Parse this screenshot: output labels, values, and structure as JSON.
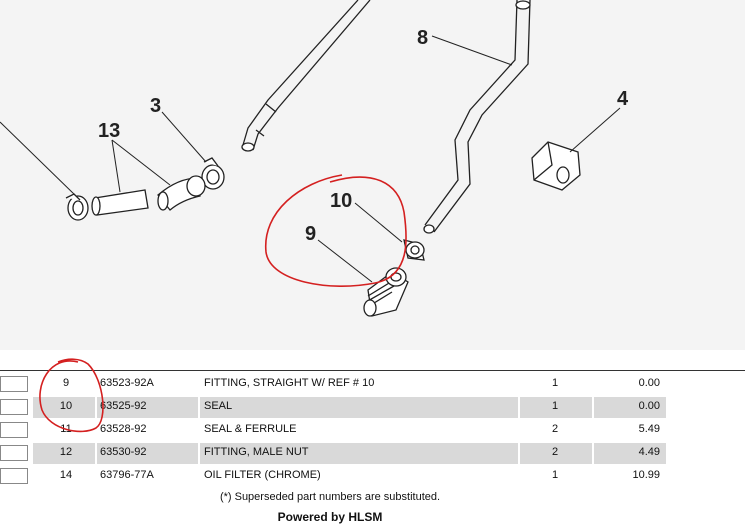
{
  "diagram": {
    "callouts": {
      "c8": "8",
      "c4": "4",
      "c3": "3",
      "c13": "13",
      "c10": "10",
      "c9": "9"
    }
  },
  "table": {
    "rows": [
      {
        "ref": "9",
        "part": "63523-92A",
        "desc": "FITTING, STRAIGHT W/ REF # 10",
        "qty": "1",
        "price": "0.00"
      },
      {
        "ref": "10",
        "part": "63525-92",
        "desc": "SEAL",
        "qty": "1",
        "price": "0.00"
      },
      {
        "ref": "11",
        "part": "63528-92",
        "desc": "SEAL & FERRULE",
        "qty": "2",
        "price": "5.49"
      },
      {
        "ref": "12",
        "part": "63530-92",
        "desc": "FITTING, MALE NUT",
        "qty": "2",
        "price": "4.49"
      },
      {
        "ref": "14",
        "part": "63796-77A",
        "desc": "OIL FILTER (CHROME)",
        "qty": "1",
        "price": "10.99"
      }
    ]
  },
  "footer": {
    "note": "(*)  Superseded part numbers are substituted.",
    "powered": "Powered by HLSM"
  },
  "colors": {
    "annotation": "#d42020",
    "shaded_row": "#d9d9d9"
  }
}
